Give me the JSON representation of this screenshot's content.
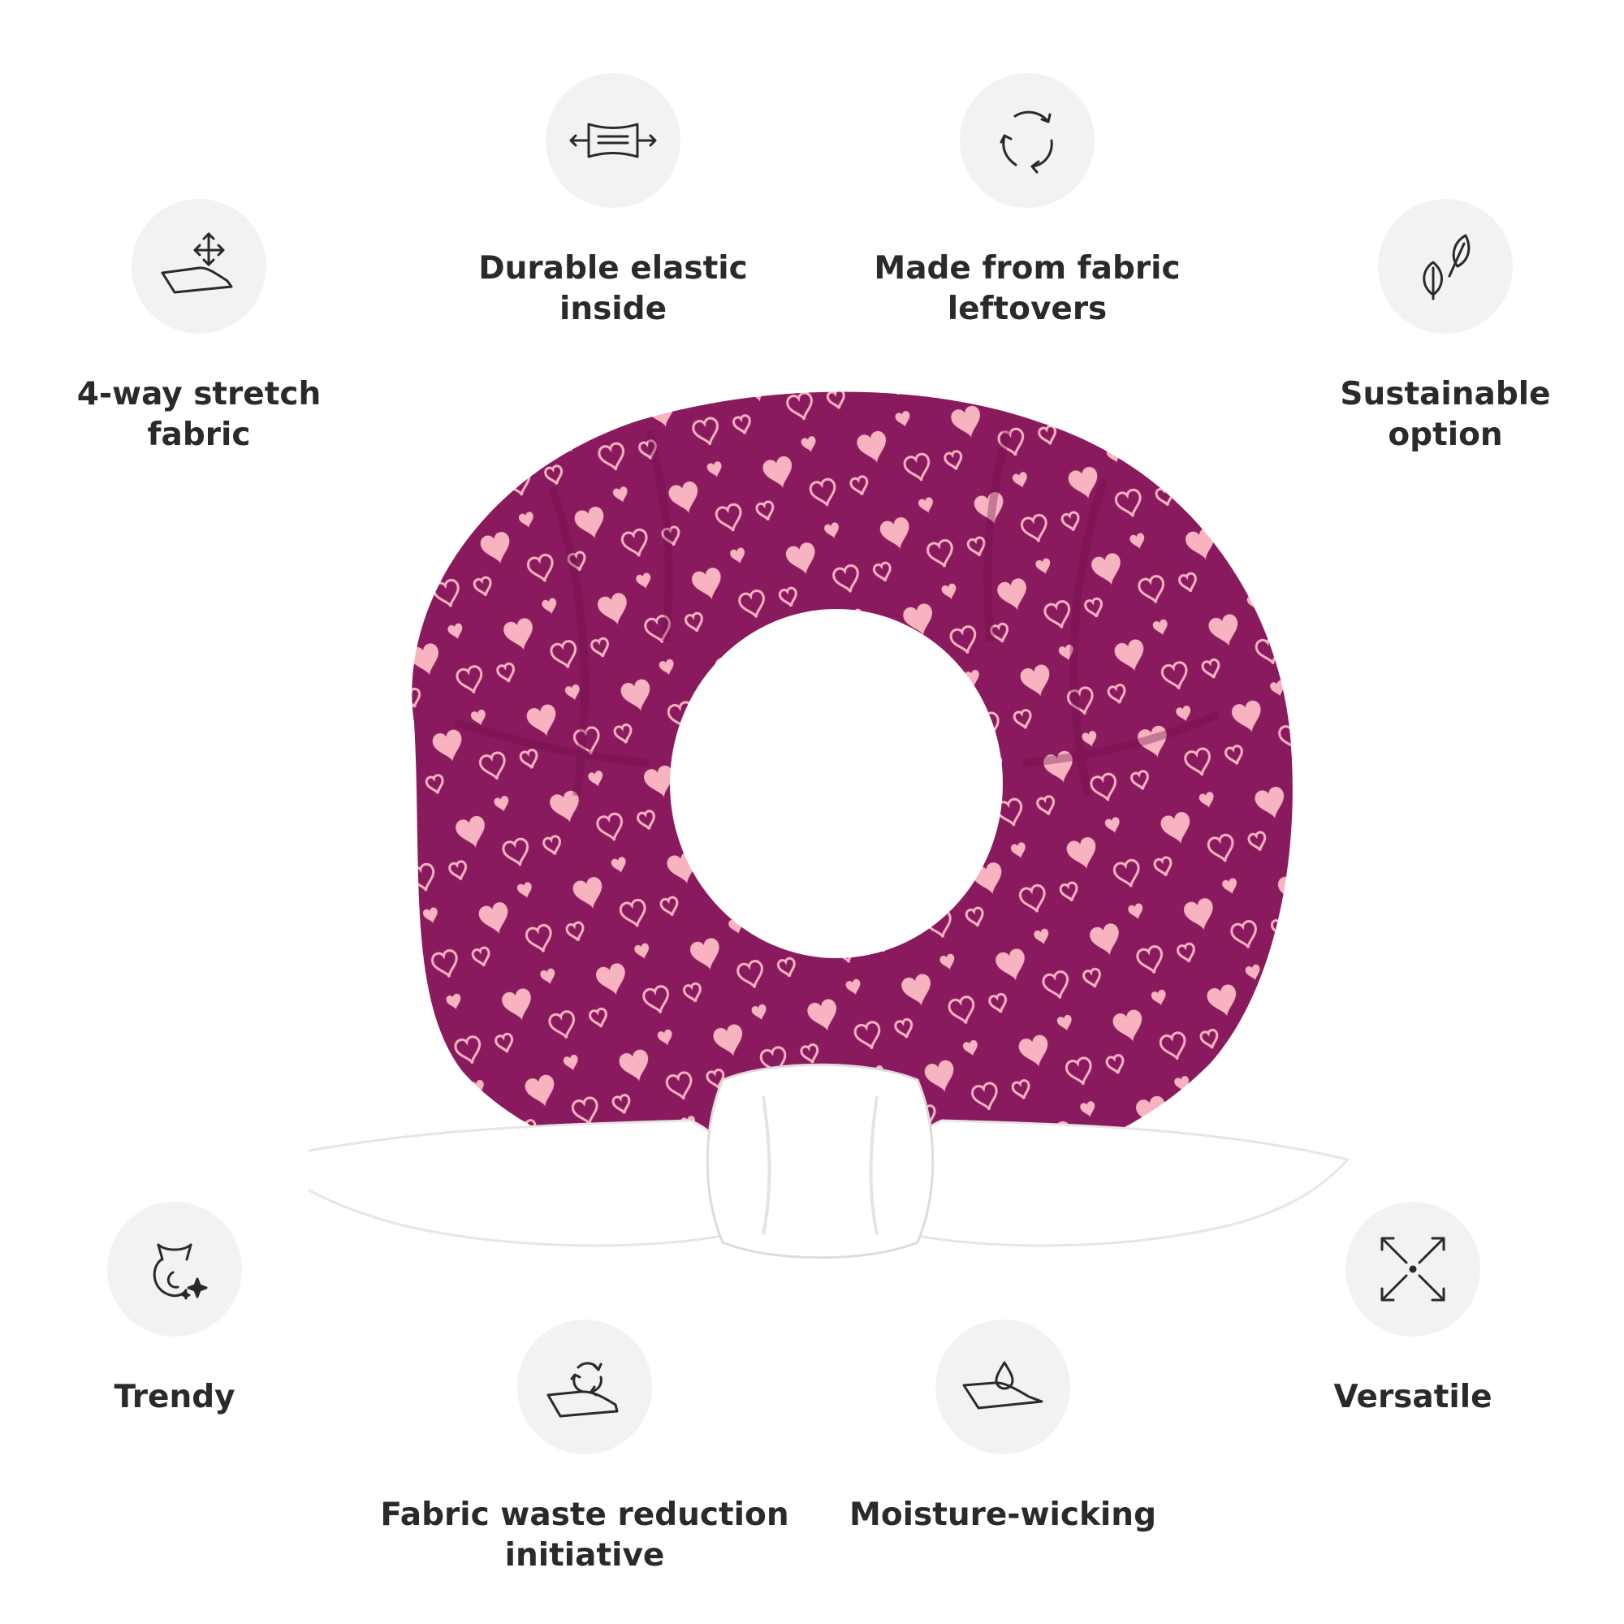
{
  "features": [
    {
      "id": "stretch",
      "icon": "stretch-fabric-icon",
      "label": "4-way stretch\nfabric"
    },
    {
      "id": "elastic",
      "icon": "elastic-icon",
      "label": "Durable elastic\ninside"
    },
    {
      "id": "leftovers",
      "icon": "recycle-arrows-icon",
      "label": "Made from fabric\nleftovers"
    },
    {
      "id": "sustainable",
      "icon": "leaves-icon",
      "label": "Sustainable\noption"
    },
    {
      "id": "trendy",
      "icon": "cat-sparkle-icon",
      "label": "Trendy"
    },
    {
      "id": "waste",
      "icon": "fabric-recycle-icon",
      "label": "Fabric waste reduction\ninitiative"
    },
    {
      "id": "moisture",
      "icon": "water-drop-fabric-icon",
      "label": "Moisture-wicking"
    },
    {
      "id": "versatile",
      "icon": "expand-arrows-icon",
      "label": "Versatile"
    }
  ],
  "colors": {
    "fabric": "#8a1a5e",
    "heart": "#f7b3bf",
    "bow": "#ffffff",
    "icon_bg": "#f2f2f2",
    "text": "#2a2a2a"
  }
}
